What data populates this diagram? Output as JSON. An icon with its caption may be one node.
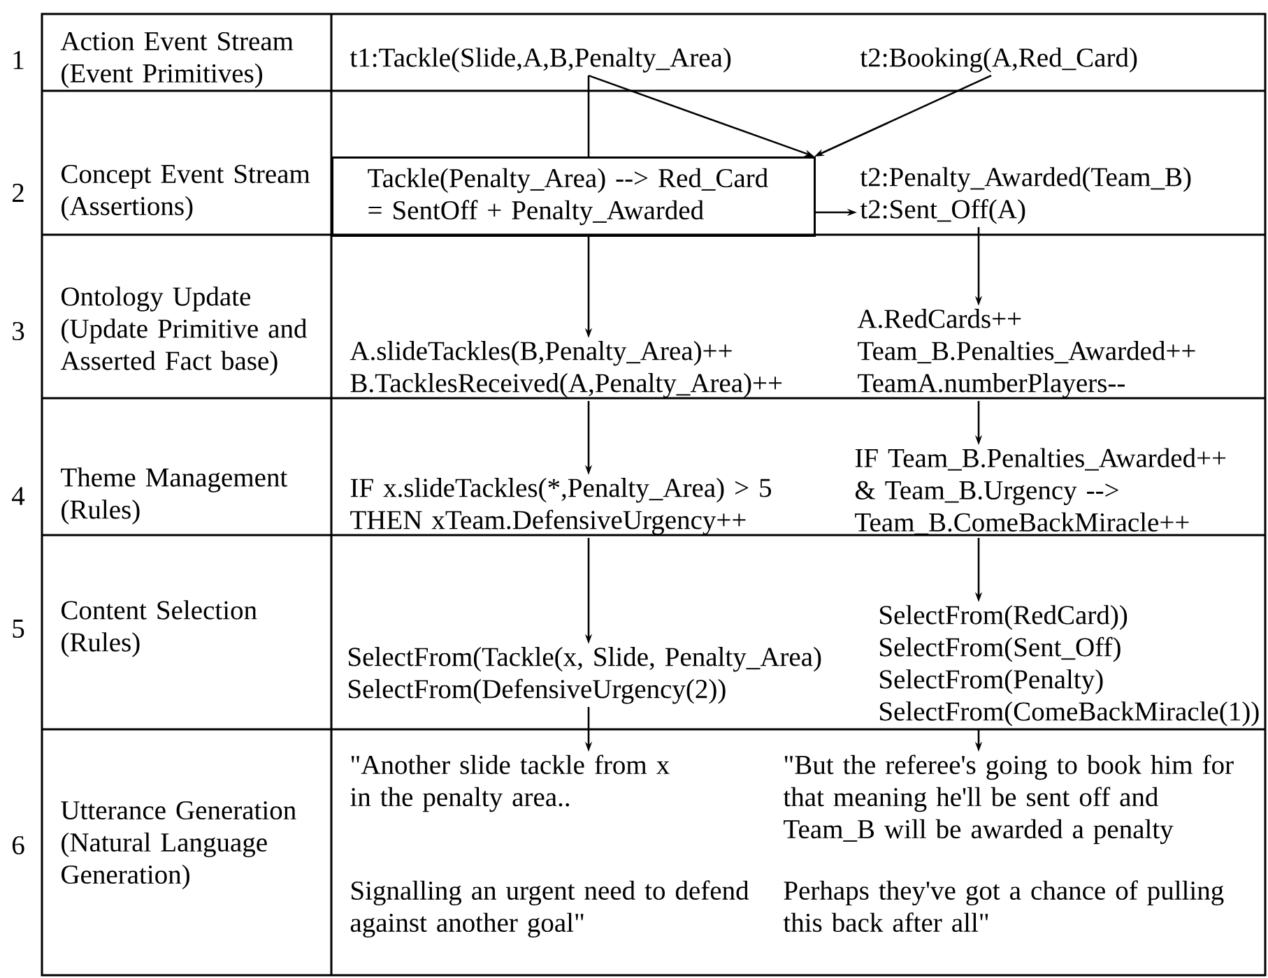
{
  "diagram": {
    "nodes": [
      {
        "text": [
          "t1:Tackle(Slide,A,B,Penalty_Area)"
        ]
      },
      {
        "text": [
          "t2:Booking(A,Red_Card)"
        ]
      },
      {
        "text": [
          "Tackle(Penalty_Area) --> Red_Card = SentOff + Penalty_Awarded"
        ]
      },
      {
        "text": [
          "t2:Penalty_Awarded(Team_B) t2:Sent_Off(A)"
        ]
      },
      {
        "text": [
          "A.slideTackles(B,Penalty_Area)++ B.TacklesReceived(A,Penalty_Area)++"
        ]
      },
      {
        "text": [
          "A.RedCards++ Team_B.Penalties_Awarded++ TeamA.numberPlayers--"
        ]
      },
      {
        "text": [
          "IF x.slideTackles(*,Penalty_Area) > 5 THEN xTeam.DefensiveUrgency++"
        ]
      },
      {
        "text": [
          "IF Team_B.Penalties_Awarded++ & Team_B.Urgency --> Team_B.ComeBackMiracle++"
        ]
      },
      {
        "text": [
          "SelectFrom(Tackle(x, Slide, Penalty_Area) SelectFrom(DefensiveUrgency(2))"
        ]
      },
      {
        "text": [
          "SelectFrom(RedCard)) SelectFrom(Sent_Off) SelectFrom(Penalty) SelectFrom(ComeBackMiracle(1))"
        ]
      },
      {
        "text": [
          "\"Another slide tackle from x in the penalty area..",
          "Signalling an urgent need to defend against another goal\""
        ]
      },
      {
        "text": [
          "\"But the referee's going to book him for that meaning he'll be sent off and Team_B will be awarded a penalty",
          "Perhaps they've got a chance of pulling this back after all\""
        ]
      }
    ],
    "edges": [
      {
        "from": 0,
        "to": 2,
        "arrow": "none"
      },
      {
        "from": 0,
        "to": 2,
        "arrow": "to"
      },
      {
        "from": 1,
        "to": 2,
        "arrow": "to"
      },
      {
        "from": 2,
        "to": 3,
        "arrow": "to"
      },
      {
        "from": 2,
        "to": 4,
        "arrow": "to"
      },
      {
        "from": 3,
        "to": 5,
        "arrow": "to"
      },
      {
        "from": 4,
        "to": 6,
        "arrow": "to"
      },
      {
        "from": 5,
        "to": 7,
        "arrow": "to"
      },
      {
        "from": 6,
        "to": 8,
        "arrow": "to"
      },
      {
        "from": 7,
        "to": 9,
        "arrow": "to"
      },
      {
        "from": 8,
        "to": 10,
        "arrow": "to"
      },
      {
        "from": 9,
        "to": 11,
        "arrow": "to"
      }
    ],
    "labels": [
      "1",
      "Action Event Stream (Event Primitives)",
      "2",
      "Concept Event Stream (Assertions)",
      "3",
      "Ontology Update (Update Primitive and Asserted Fact base)",
      "4",
      "Theme Management (Rules)",
      "5",
      "Content Selection (Rules)",
      "6",
      "Utterance Generation (Natural Language Generation)"
    ]
  }
}
